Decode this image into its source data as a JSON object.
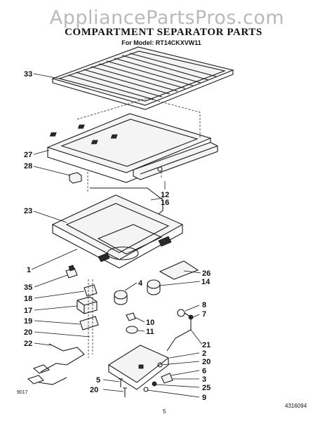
{
  "watermark": "AppliancePartsPros.com",
  "title": "COMPARTMENT SEPARATOR PARTS",
  "subtitle": "For Model: RT14CKXVW11",
  "callouts": {
    "c33": "33",
    "c27": "27",
    "c28": "28",
    "c12": "12",
    "c16": "16",
    "c23": "23",
    "c1": "1",
    "c26": "26",
    "c35": "35",
    "c4": "4",
    "c14": "14",
    "c18": "18",
    "c17": "17",
    "c8": "8",
    "c7": "7",
    "c10": "10",
    "c11": "11",
    "c19": "19",
    "c20a": "20",
    "c21": "21",
    "c22": "22",
    "c2": "2",
    "c20b": "20",
    "c6": "6",
    "c3": "3",
    "c25": "25",
    "c5": "5",
    "c20c": "20",
    "c9": "9"
  },
  "corner_code": "9017",
  "page_number": "5",
  "doc_number": "4316094"
}
